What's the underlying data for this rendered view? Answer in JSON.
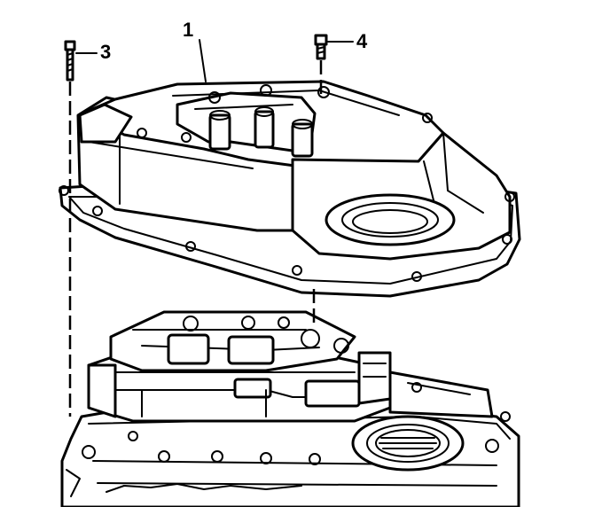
{
  "diagram": {
    "callouts": [
      {
        "id": "1",
        "text": "1",
        "part": "cover"
      },
      {
        "id": "3",
        "text": "3",
        "part": "long-bolt"
      },
      {
        "id": "4",
        "text": "4",
        "part": "short-bolt"
      }
    ],
    "colors": {
      "ink": "#000000",
      "paper": "#ffffff"
    }
  }
}
